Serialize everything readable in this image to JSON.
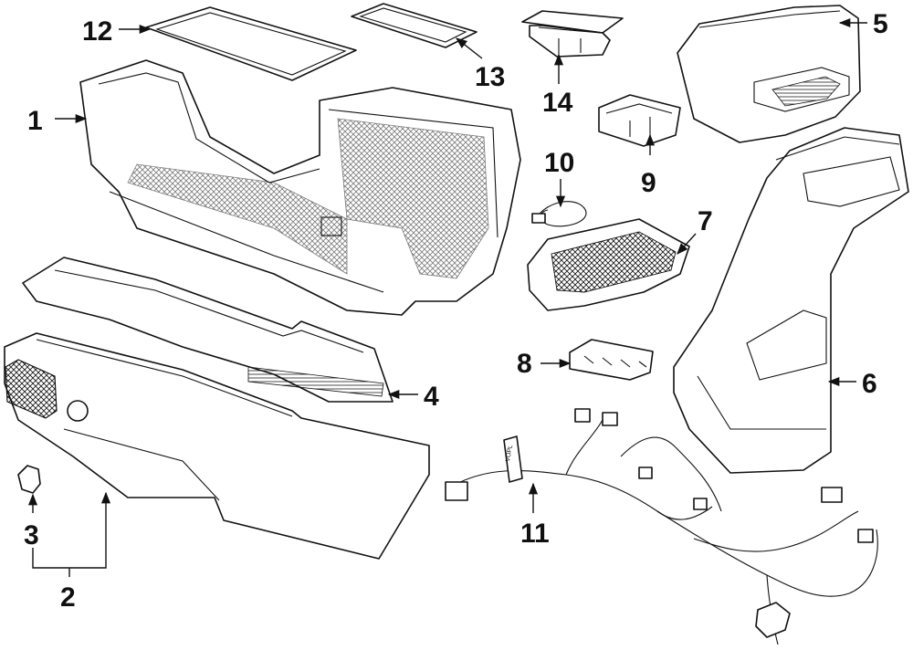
{
  "callouts": {
    "c1": "1",
    "c2": "2",
    "c3": "3",
    "c4": "4",
    "c5": "5",
    "c6": "6",
    "c7": "7",
    "c8": "8",
    "c9": "9",
    "c10": "10",
    "c11": "11",
    "c12": "12",
    "c13": "13",
    "c14": "14"
  },
  "harness_tag": "VOPL"
}
